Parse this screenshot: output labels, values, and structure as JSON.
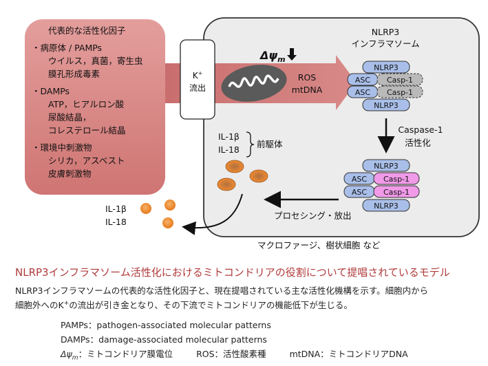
{
  "factors": {
    "title": "代表的な活性化因子",
    "groups": [
      {
        "header": "・病原体 / PAMPs",
        "items": [
          "ウイルス，真菌，寄生虫",
          "膜孔形成毒素"
        ]
      },
      {
        "header": "・DAMPs",
        "items": [
          "ATP，ヒアルロン酸",
          "尿酸結晶，",
          "コレステロール結晶"
        ]
      },
      {
        "header": "・環境中刺激物",
        "items": [
          "シリカ，アスベスト",
          "皮膚刺激物"
        ]
      }
    ]
  },
  "k_efflux": {
    "line1": "K",
    "sup": "+",
    "line2": "流出"
  },
  "delta_psi": "Δψ",
  "delta_psi_sub": "m",
  "mito_products": {
    "line1": "ROS",
    "line2": "mtDNA"
  },
  "inflammasome": {
    "title_line1": "NLRP3",
    "title_line2": "インフラマソーム",
    "nlrp3": "NLRP3",
    "asc": "ASC",
    "casp": "Casp-1"
  },
  "caspase_activation": {
    "line1": "Caspase-1",
    "line2": "活性化"
  },
  "precursor": {
    "il1b": "IL-1β",
    "il18": "IL-18",
    "label": "前駆体"
  },
  "processing_label": "プロセシング・放出",
  "released": {
    "il1b": "IL-1β",
    "il18": "IL-18"
  },
  "cell_label": "マクロファージ、樹状細胞 など",
  "caption": {
    "title": "NLRP3インフラマソーム活性化におけるミトコンドリアの役割について提唱されているモデル",
    "body_line1": "NLRP3インフラマソームの代表的な活性化因子と、現在提唱されている主な活性化機構を示す。細胞内から",
    "body_line2_a": "細胞外へのK",
    "body_line2_sup": "+",
    "body_line2_b": "の流出が引き金となり、その下流でミトコンドリアの機能低下が生じる。"
  },
  "abbreviations": {
    "pamps": "PAMPs：pathogen-associated molecular patterns",
    "damps": "DAMPs：damage-associated molecular patterns",
    "dpsi": "Δψ",
    "dpsi_sub": "m",
    "dpsi_def": "：ミトコンドリア膜電位",
    "ros": "ROS：活性酸素種",
    "mtdna": "mtDNA：ミトコンドリアDNA"
  },
  "colors": {
    "factor_box": "#d88886",
    "arrow_red": "#c96e6e",
    "cell_fill": "#ececec",
    "nlrp3_blue": "#a9bfe9",
    "casp_inactive": "#b9b9b9",
    "casp_active": "#f09ae8",
    "cytokine_orange": "#e67e22",
    "caption_red": "#b03a3a"
  }
}
